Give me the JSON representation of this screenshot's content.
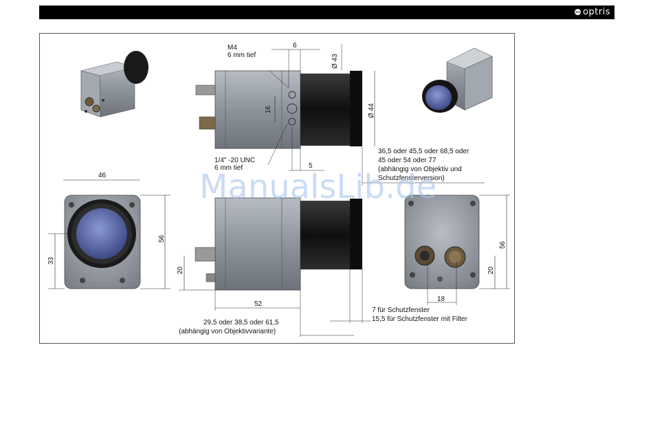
{
  "header": {
    "brand": "optris"
  },
  "watermark": "ManualsLib.de",
  "labels": {
    "m4": "M4",
    "m4_depth": "6 mm tief",
    "dim_6": "6",
    "dim_43": "Ø 43",
    "dim_16": "16",
    "dim_44": "Ø 44",
    "unc": "1/4\" -20 UNC",
    "unc_depth": "6 mm tief",
    "dim_5": "5",
    "len_line1": "36,5 oder 45,5 oder 68,5 oder",
    "len_line2": "45 oder 54 oder 77",
    "len_line3": "(abhängig von Objektiv und",
    "len_line4": "Schutzfensterversion)",
    "dim_46": "46",
    "dim_56_front": "56",
    "dim_33": "33",
    "dim_20_side": "20",
    "dim_52": "52",
    "var_line1": "29,5 oder 38,5 oder 61,5",
    "var_line2": "(abhängig von Objektivvariante)",
    "dim_56_rear": "56",
    "dim_20_rear": "20",
    "dim_18": "18",
    "win_line1": "7 für Schutzfenster",
    "win_line2": "15,5 für Schutzfenster mit Filter"
  },
  "colors": {
    "body": "#8e949c",
    "body_dark": "#6b7078",
    "lens": "#1c1c1c",
    "glass": "#5a6aa8"
  }
}
